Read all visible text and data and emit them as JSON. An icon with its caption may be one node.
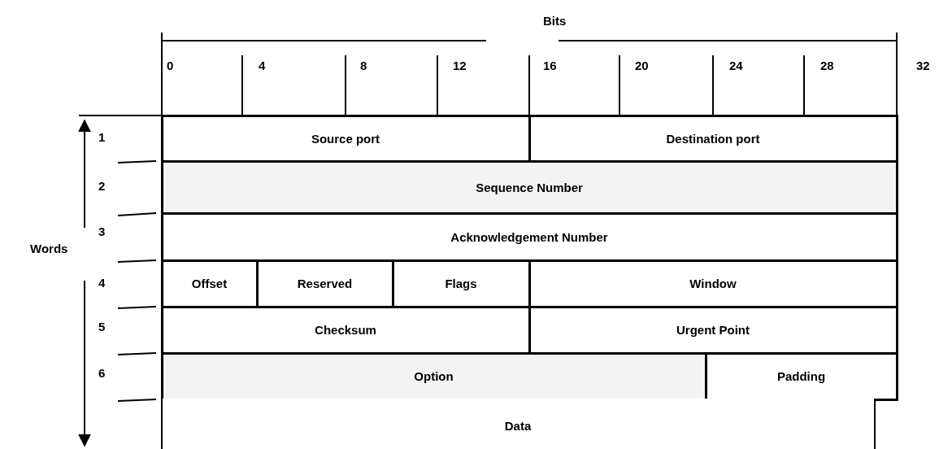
{
  "diagram": {
    "nodes": [
      {
        "text": [
          "Source port"
        ]
      },
      {
        "text": [
          "Destination port"
        ]
      },
      {
        "text": [
          "Sequence Number"
        ]
      },
      {
        "text": [
          "Acknowledgement Number"
        ]
      },
      {
        "text": [
          "Offset"
        ]
      },
      {
        "text": [
          "Reserved"
        ]
      },
      {
        "text": [
          "Flags"
        ]
      },
      {
        "text": [
          "Window"
        ]
      },
      {
        "text": [
          "Checksum"
        ]
      },
      {
        "text": [
          "Urgent Point"
        ]
      },
      {
        "text": [
          "Option"
        ]
      },
      {
        "text": [
          "Padding"
        ]
      },
      {
        "text": [
          "Data"
        ]
      }
    ],
    "labels": [
      "Bits",
      "0",
      "4",
      "8",
      "12",
      "16",
      "20",
      "24",
      "28",
      "32",
      "Words",
      "1",
      "2",
      "3",
      "4",
      "5",
      "6"
    ]
  }
}
